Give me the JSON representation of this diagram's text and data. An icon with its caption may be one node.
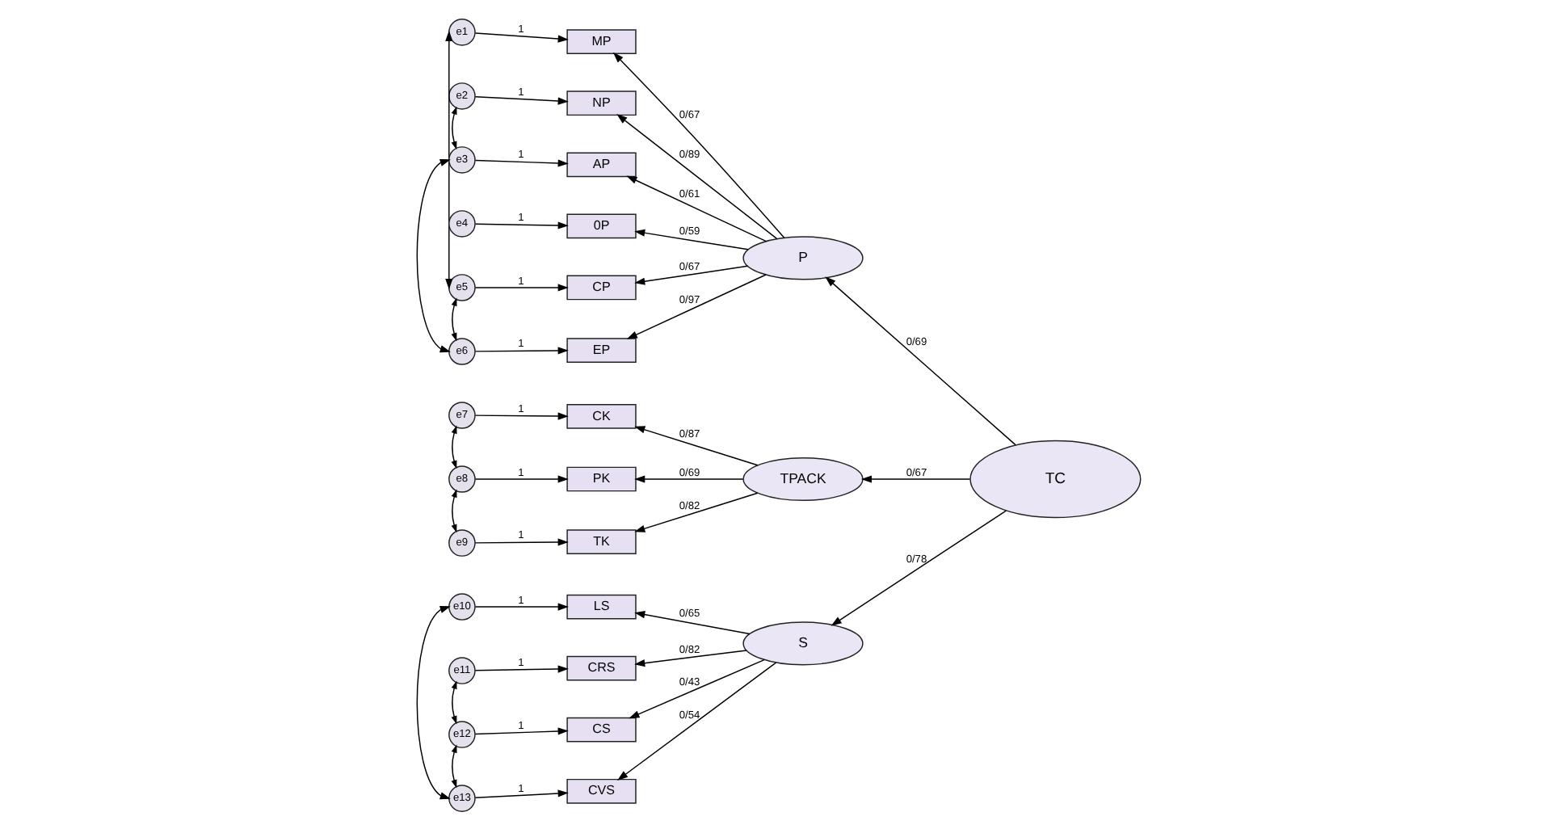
{
  "diagram": {
    "nodes": [
      {
        "text": [
          "e1"
        ]
      },
      {
        "text": [
          "e2"
        ]
      },
      {
        "text": [
          "e3"
        ]
      },
      {
        "text": [
          "e4"
        ]
      },
      {
        "text": [
          "e5"
        ]
      },
      {
        "text": [
          "e6"
        ]
      },
      {
        "text": [
          "e7"
        ]
      },
      {
        "text": [
          "e8"
        ]
      },
      {
        "text": [
          "e9"
        ]
      },
      {
        "text": [
          "e10"
        ]
      },
      {
        "text": [
          "e11"
        ]
      },
      {
        "text": [
          "e12"
        ]
      },
      {
        "text": [
          "e13"
        ]
      },
      {
        "text": [
          "MP"
        ]
      },
      {
        "text": [
          "NP"
        ]
      },
      {
        "text": [
          "AP"
        ]
      },
      {
        "text": [
          "0P"
        ]
      },
      {
        "text": [
          "CP"
        ]
      },
      {
        "text": [
          "EP"
        ]
      },
      {
        "text": [
          "CK"
        ]
      },
      {
        "text": [
          "PK"
        ]
      },
      {
        "text": [
          "TK"
        ]
      },
      {
        "text": [
          "LS"
        ]
      },
      {
        "text": [
          "CRS"
        ]
      },
      {
        "text": [
          "CS"
        ]
      },
      {
        "text": [
          "CVS"
        ]
      },
      {
        "text": [
          "P"
        ]
      },
      {
        "text": [
          "TPACK"
        ]
      },
      {
        "text": [
          "S"
        ]
      },
      {
        "text": [
          "TC"
        ]
      }
    ],
    "edges": [
      {
        "from": 0,
        "to": 13,
        "arrow": "to",
        "label": "1"
      },
      {
        "from": 1,
        "to": 14,
        "arrow": "to",
        "label": "1"
      },
      {
        "from": 2,
        "to": 15,
        "arrow": "to",
        "label": "1"
      },
      {
        "from": 3,
        "to": 16,
        "arrow": "to",
        "label": "1"
      },
      {
        "from": 4,
        "to": 17,
        "arrow": "to",
        "label": "1"
      },
      {
        "from": 5,
        "to": 18,
        "arrow": "to",
        "label": "1"
      },
      {
        "from": 6,
        "to": 19,
        "arrow": "to",
        "label": "1"
      },
      {
        "from": 7,
        "to": 20,
        "arrow": "to",
        "label": "1"
      },
      {
        "from": 8,
        "to": 21,
        "arrow": "to",
        "label": "1"
      },
      {
        "from": 9,
        "to": 22,
        "arrow": "to",
        "label": "1"
      },
      {
        "from": 10,
        "to": 23,
        "arrow": "to",
        "label": "1"
      },
      {
        "from": 11,
        "to": 24,
        "arrow": "to",
        "label": "1"
      },
      {
        "from": 12,
        "to": 25,
        "arrow": "to",
        "label": "1"
      },
      {
        "from": 26,
        "to": 13,
        "arrow": "to",
        "label": "0/67"
      },
      {
        "from": 26,
        "to": 14,
        "arrow": "to",
        "label": "0/89"
      },
      {
        "from": 26,
        "to": 15,
        "arrow": "to",
        "label": "0/61"
      },
      {
        "from": 26,
        "to": 16,
        "arrow": "to",
        "label": "0/59"
      },
      {
        "from": 26,
        "to": 17,
        "arrow": "to",
        "label": "0/67"
      },
      {
        "from": 26,
        "to": 18,
        "arrow": "to",
        "label": "0/97"
      },
      {
        "from": 27,
        "to": 19,
        "arrow": "to",
        "label": "0/87"
      },
      {
        "from": 27,
        "to": 20,
        "arrow": "to",
        "label": "0/69"
      },
      {
        "from": 27,
        "to": 21,
        "arrow": "to",
        "label": "0/82"
      },
      {
        "from": 28,
        "to": 22,
        "arrow": "to",
        "label": "0/65"
      },
      {
        "from": 28,
        "to": 23,
        "arrow": "to",
        "label": "0/82"
      },
      {
        "from": 28,
        "to": 24,
        "arrow": "to",
        "label": "0/43"
      },
      {
        "from": 28,
        "to": 25,
        "arrow": "to",
        "label": "0/54"
      },
      {
        "from": 29,
        "to": 26,
        "arrow": "to",
        "label": "0/69"
      },
      {
        "from": 29,
        "to": 27,
        "arrow": "to",
        "label": "0/67"
      },
      {
        "from": 29,
        "to": 28,
        "arrow": "to",
        "label": "0/78"
      },
      {
        "from": 0,
        "to": 4,
        "arrow": "both"
      },
      {
        "from": 1,
        "to": 2,
        "arrow": "both"
      },
      {
        "from": 2,
        "to": 5,
        "arrow": "both"
      },
      {
        "from": 4,
        "to": 5,
        "arrow": "both"
      },
      {
        "from": 6,
        "to": 7,
        "arrow": "both"
      },
      {
        "from": 7,
        "to": 8,
        "arrow": "both"
      },
      {
        "from": 9,
        "to": 12,
        "arrow": "both"
      },
      {
        "from": 10,
        "to": 11,
        "arrow": "both"
      },
      {
        "from": 11,
        "to": 12,
        "arrow": "both"
      }
    ]
  }
}
